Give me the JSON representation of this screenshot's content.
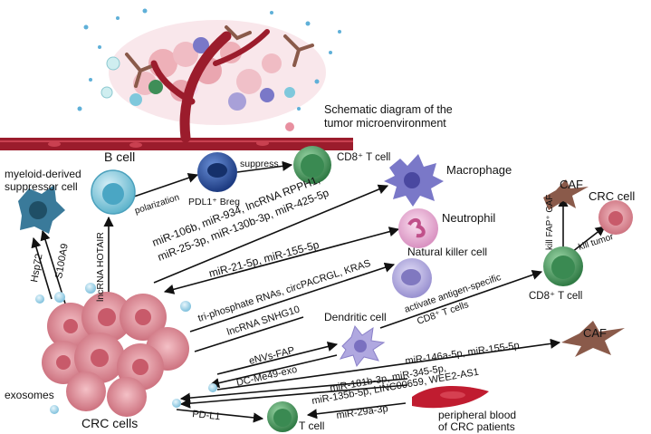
{
  "title": {
    "line1": "Schematic diagram of the",
    "line2": "tumor microenvironment"
  },
  "cells": {
    "b_cell": "B cell",
    "breg": "PDL1⁺ Breg",
    "cd8_top": "CD8⁺ T cell",
    "macrophage": "Macrophage",
    "neutrophil": "Neutrophil",
    "nk_cell": "Natural killer cell",
    "dendritic": "Dendritic cell",
    "caf_top": "CAF",
    "crc_cell": "CRC cell",
    "cd8_right": "CD8⁺ T cell",
    "caf_mid": "CAF",
    "t_cell": "T cell",
    "mdsc_line1": "myeloid-derived",
    "mdsc_line2": "suppressor cell",
    "exosomes": "exosomes",
    "crc_cells": "CRC cells",
    "blood_line1": "peripheral blood",
    "blood_line2": "of CRC patients"
  },
  "edges": {
    "hsp72": "Hsp72",
    "s100a9": "S100A9",
    "hotair": "lncRNA HOTAIR",
    "polarization": "polarization",
    "suppress": "suppress",
    "mac_line1": "miR-106b, miR-934, lncRNA RPPH1,",
    "mac_line2": "miR-25-3p, miR-130b-3p, miR-425-5p",
    "neut": "miR-21-5p, miR-155-5p",
    "tri": "tri-phosphate RNAs, circPACRGL, KRAS",
    "snhg10": "lncRNA SNHG10",
    "activate_line1": "activate antigen-specific",
    "activate_line2": "CD8⁺ T cells",
    "kill_caf": "kill FAP⁺ CAF",
    "kill_tumor": "kill tumor",
    "envs": "eNVs-FAP",
    "dcme": "DC-Me49-exo",
    "caf_mirna": "miR-146a-5p, miR-155-5p",
    "pb_line1": "miR-181b-3p,  miR-345-5p,",
    "pb_line2": "miR-135b-5p, LINC00659, WEE2-AS1",
    "mir29": "miR-29a-3p",
    "pdl1": "PD-L1"
  },
  "colors": {
    "vessel": "#9b1c2c",
    "crc": "#e8a0a8",
    "b_cell": "#7fc8dc",
    "breg": "#2f5aa8",
    "cd8": "#4a9a5c",
    "macrophage": "#7a78c8",
    "neutrophil": "#e8a8d0",
    "nk": "#a8a0d8",
    "caf": "#8a5a4a",
    "mdsc": "#3a7a9a",
    "exosome": "#9fd0e8"
  }
}
